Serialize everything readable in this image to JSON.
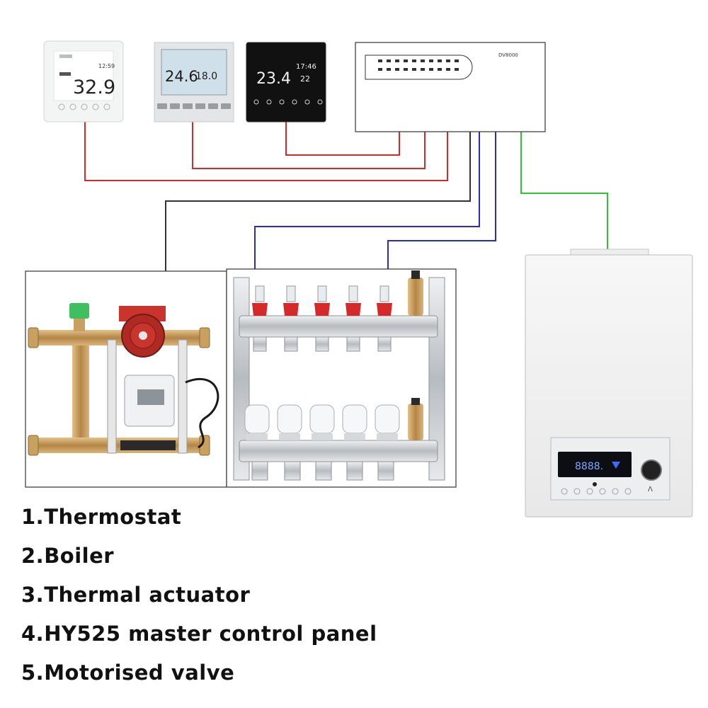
{
  "thermostats": [
    {
      "time": "12:59",
      "temperature": "32.9"
    },
    {
      "temperature": "24.6",
      "set_temperature": "18.0"
    },
    {
      "temperature": "23.4",
      "time": "17:46",
      "set_temperature": "22"
    }
  ],
  "master_control_panel": {
    "brand": "DV8000"
  },
  "boiler": {
    "display": "8888."
  },
  "legend": [
    "1.Thermostat",
    "2.Boiler",
    "3.Thermal actuator",
    "4.HY525 master control panel",
    "5.Motorised valve"
  ],
  "colors": {
    "thermostat_wire": "#d42a2a",
    "actuator_wire": "#2a2ac4",
    "valve_wire": "#333333",
    "boiler_wire": "#2fc42f",
    "brass": "#c8a060",
    "steel": "#c9ced3",
    "valve_head_red": "#d42a2a"
  }
}
